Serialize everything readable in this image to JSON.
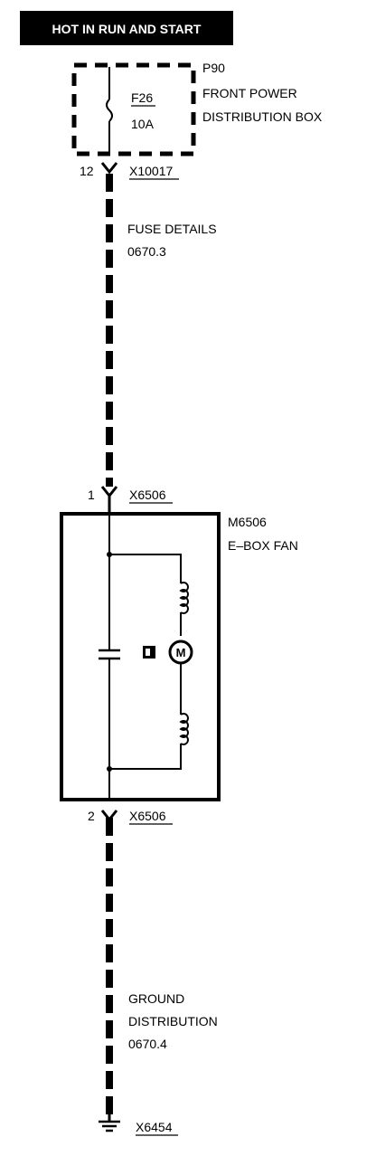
{
  "header": {
    "title": "HOT IN RUN AND START"
  },
  "fuse_box": {
    "ref": "P90",
    "name_line1": "FRONT POWER",
    "name_line2": "DISTRIBUTION BOX",
    "fuse_id": "F26",
    "fuse_rating": "10A",
    "pin": "12",
    "connector": "X10017"
  },
  "fuse_details": {
    "line1": "FUSE DETAILS",
    "line2": "0670.3"
  },
  "fan": {
    "ref": "M6506",
    "name": "E–BOX FAN",
    "pin_top": "1",
    "connector_top": "X6506",
    "pin_bottom": "2",
    "connector_bottom": "X6506"
  },
  "ground_distribution": {
    "line1": "GROUND",
    "line2": "DISTRIBUTION",
    "line3": "0670.4"
  },
  "ground": {
    "connector": "X6454"
  },
  "colors": {
    "ink": "#000000",
    "paper": "#ffffff"
  }
}
